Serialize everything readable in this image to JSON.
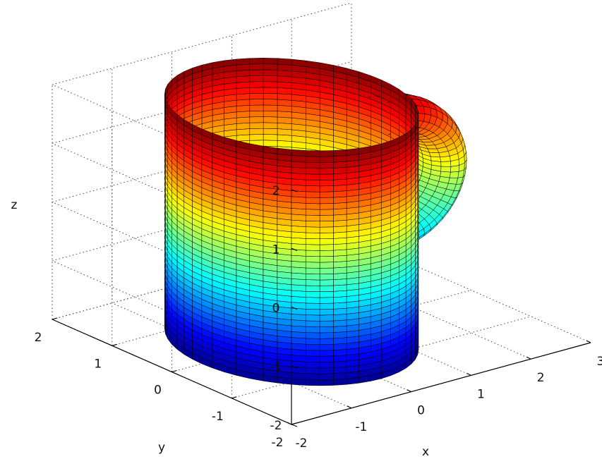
{
  "chart_data": {
    "type": "surface3d",
    "title": "",
    "xlabel": "x",
    "ylabel": "y",
    "zlabel": "z",
    "xlim": [
      -2,
      3
    ],
    "ylim": [
      -2,
      2
    ],
    "zlim": [
      -2,
      2
    ],
    "xticks": [
      -2,
      -1,
      0,
      1,
      2,
      3
    ],
    "yticks": [
      -2,
      -1,
      0,
      1,
      2
    ],
    "zticks": [
      -2,
      -1,
      0,
      1,
      2
    ],
    "xtick_labels": [
      "-2",
      "-1",
      "0",
      "1",
      "2",
      "3"
    ],
    "ytick_labels": [
      "-2",
      "-1",
      "0",
      "1",
      "2"
    ],
    "ztick_labels": [
      "-2",
      "-1",
      "0",
      "1",
      "2"
    ],
    "grid": true,
    "box": "three back planes with dotted grid",
    "colormap": "jet",
    "colormap_stops": [
      "#00008f",
      "#0000ff",
      "#00ffff",
      "#ffff00",
      "#ff0000",
      "#800000"
    ],
    "edge_color": "#000000",
    "surfaces": [
      {
        "kind": "cylinder",
        "center": [
          0,
          0
        ],
        "radius": 1.5,
        "z_range": [
          -2,
          2
        ],
        "color_by": "z"
      },
      {
        "kind": "half-torus-handle",
        "center": [
          1.5,
          0,
          0.4
        ],
        "major_radius": 1.0,
        "minor_radius": 0.3,
        "plane": "xz",
        "color_by": "z"
      }
    ]
  }
}
